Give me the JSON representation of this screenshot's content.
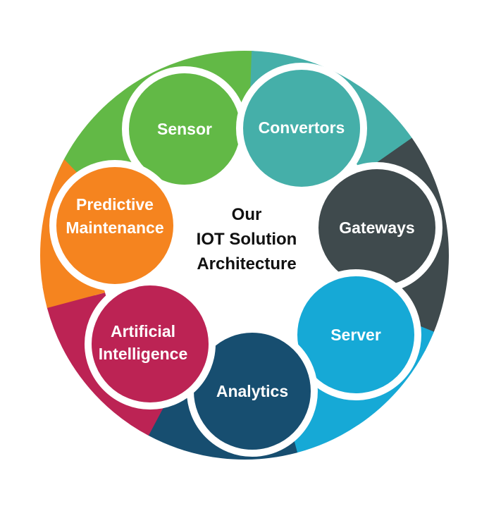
{
  "title": [
    "Our",
    "IOT Solution",
    "Architecture"
  ],
  "stages": [
    {
      "label": [
        "Sensor"
      ],
      "color": "#62b946"
    },
    {
      "label": [
        "Convertors"
      ],
      "color": "#45afa9"
    },
    {
      "label": [
        "Gateways"
      ],
      "color": "#3f4a4d"
    },
    {
      "label": [
        "Server"
      ],
      "color": "#16a9d6"
    },
    {
      "label": [
        "Analytics"
      ],
      "color": "#174e70"
    },
    {
      "label": [
        "Artificial",
        "Intelligence"
      ],
      "color": "#bc2354"
    },
    {
      "label": [
        "Predictive",
        "Maintenance"
      ],
      "color": "#f5841f"
    }
  ]
}
